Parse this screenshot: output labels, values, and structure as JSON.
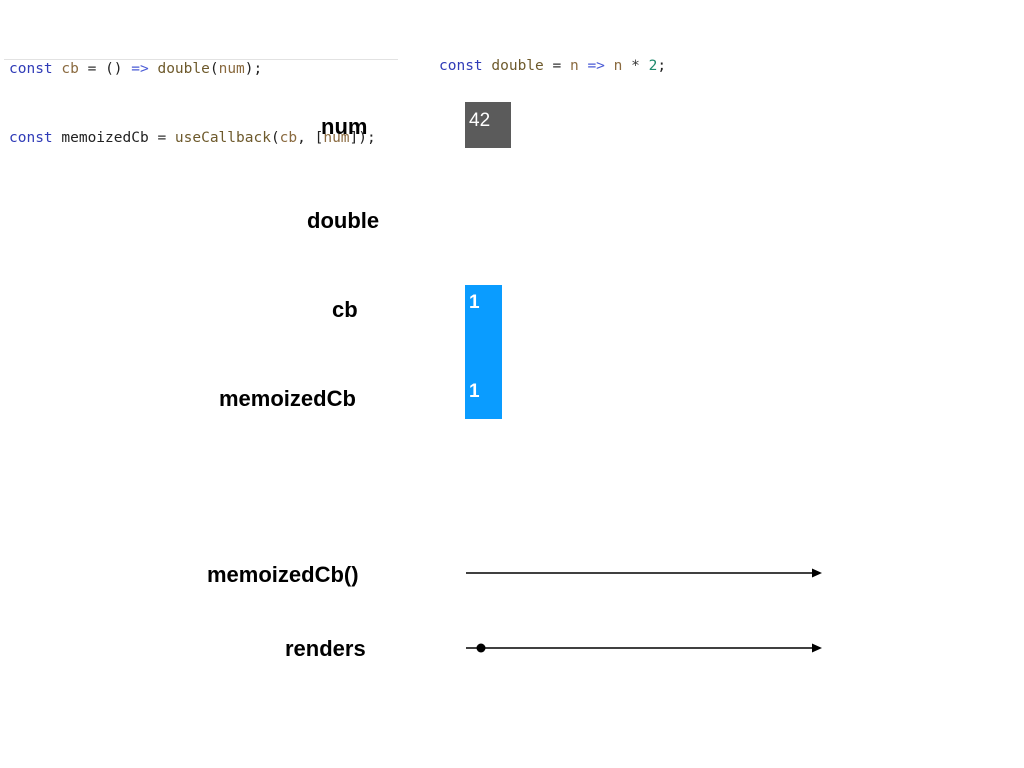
{
  "code": {
    "left_line1": {
      "kw": "const",
      "name": "cb",
      "eq": "=",
      "parens": "()",
      "arrow": "=>",
      "call_fn": "double",
      "call_args_open": "(",
      "call_arg": "num",
      "call_args_close": ");"
    },
    "left_line2": {
      "kw": "const",
      "name": "memoizedCb",
      "eq": "=",
      "call_fn": "useCallback",
      "open": "(",
      "arg1": "cb",
      "sep": ", [",
      "arg2": "num",
      "close": "]);"
    },
    "right_line1": {
      "kw": "const",
      "name": "double",
      "eq": "=",
      "param": "n",
      "arrow": "=>",
      "body_var": "n",
      "mul": "*",
      "body_num": "2",
      "end": ";"
    }
  },
  "rows": {
    "num": {
      "label": "num",
      "value": "42"
    },
    "double": {
      "label": "double"
    },
    "cb": {
      "label": "cb",
      "value": "1"
    },
    "memoizedCb": {
      "label": "memoizedCb",
      "value": "1"
    }
  },
  "timelines": {
    "call": {
      "label": "memoizedCb()"
    },
    "renders": {
      "label": "renders"
    }
  },
  "colors": {
    "num_box": "#5b5b5b",
    "callback_box": "#0a9cff",
    "timeline": "#000000"
  }
}
